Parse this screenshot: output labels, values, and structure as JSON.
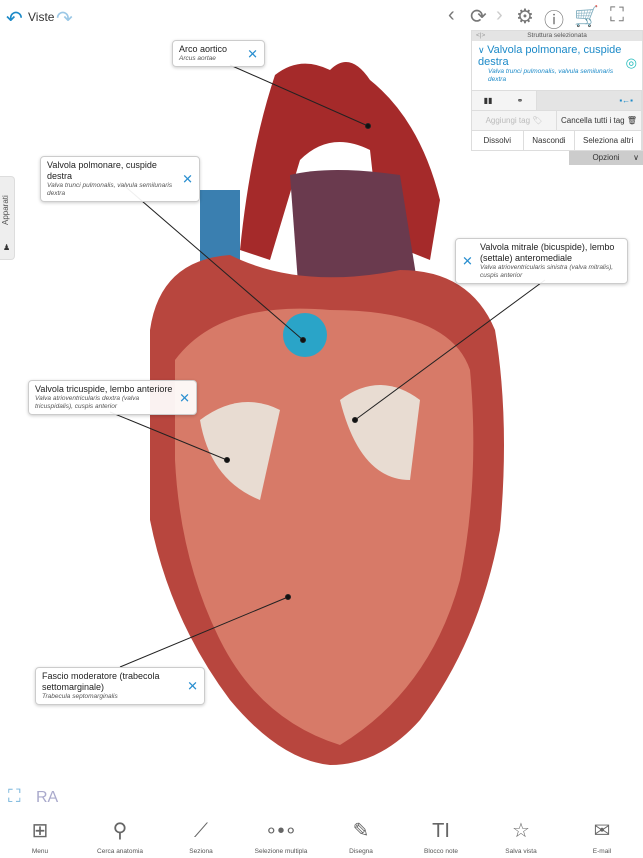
{
  "topbar": {
    "back_label": "Viste"
  },
  "panel": {
    "header": "Struttura selezionata",
    "name": "Valvola polmonare, cuspide destra",
    "latin": "Valva trunci pulmonalis, valvula semilunaris dextra",
    "add_tag": "Aggiungi tag",
    "clear_tags": "Cancella tutti i tag",
    "buttons": [
      "Dissolvi",
      "Nascondi",
      "Seleziona altri"
    ],
    "options": "Opzioni"
  },
  "sidebar": {
    "tab_label": "Apparati"
  },
  "labels": [
    {
      "title": "Arco aortico",
      "latin": "Arcus aortae"
    },
    {
      "title": "Valvola polmonare, cuspide destra",
      "latin": "Valva trunci pulmonalis, valvula semilunaris dextra"
    },
    {
      "title": "Valvola mitrale (bicuspide), lembo (settale) anteromediale",
      "latin": "Valva atrioventricularis sinistra (valva mitralis), cuspis anterior"
    },
    {
      "title": "Valvola tricuspide, lembo anteriore",
      "latin": "Valva atrioventricularis dextra (valva tricuspidalis), cuspis anterior"
    },
    {
      "title": "Fascio moderatore (trabecola settomarginale)",
      "latin": "Trabecula septomarginalis"
    }
  ],
  "ar_label": "RA",
  "toolbar": [
    "Menu",
    "Cerca anatomia",
    "Seziona",
    "Selezione multipla",
    "Disegna",
    "Blocco note",
    "Salva vista",
    "E-mail"
  ]
}
